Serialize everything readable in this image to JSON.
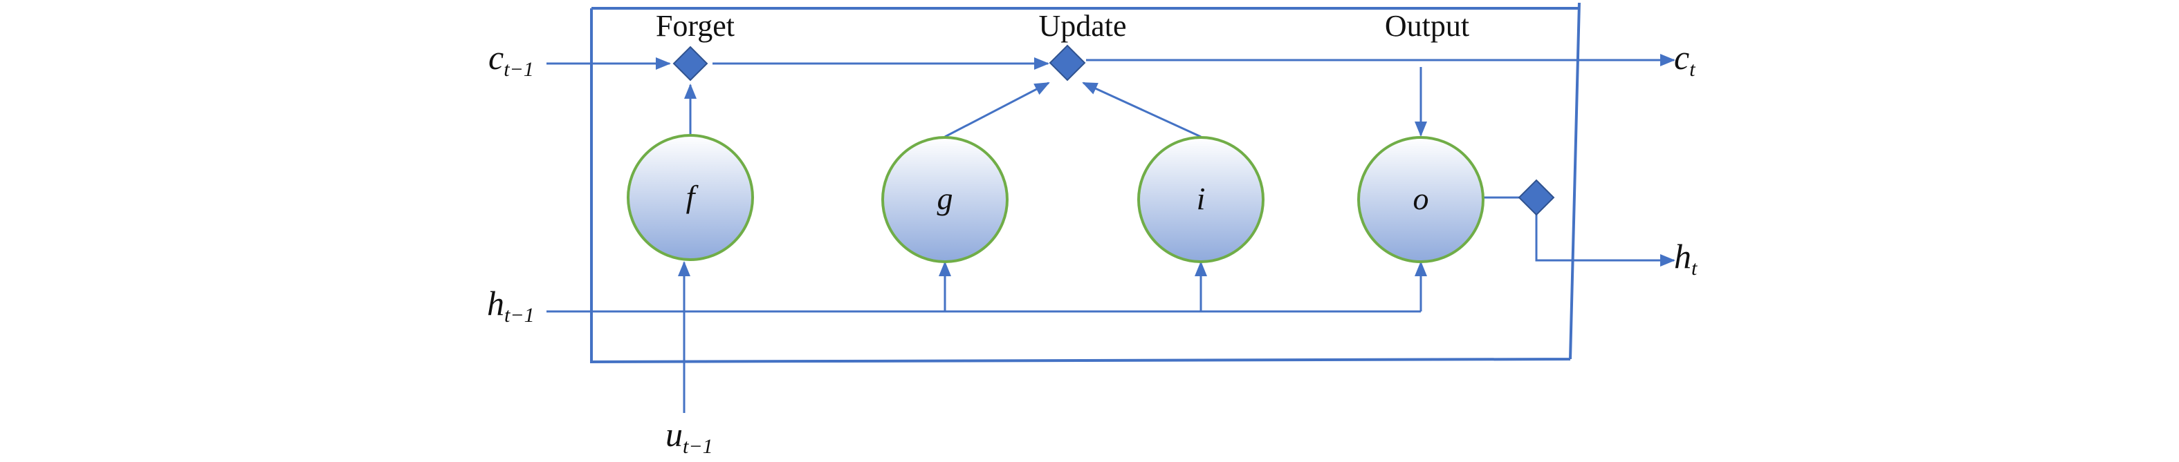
{
  "headers": {
    "forget": "Forget",
    "update": "Update",
    "output": "Output"
  },
  "gates": {
    "f": "f",
    "g": "g",
    "i": "i",
    "o": "o"
  },
  "signals": {
    "c_prev": {
      "base": "c",
      "sub": "t−1"
    },
    "c_next": {
      "base": "c",
      "sub": "t"
    },
    "h_prev": {
      "base": "h",
      "sub": "t−1"
    },
    "h_next": {
      "base": "h",
      "sub": "t"
    },
    "u_prev": {
      "base": "u",
      "sub": "t−1"
    }
  },
  "colors": {
    "line": "#4472C4",
    "diamond_fill": "#4472C4",
    "diamond_stroke": "#2F528F",
    "circle_stroke": "#70AD47",
    "circle_top": "#FFFFFF",
    "circle_bottom": "#8FAADC"
  }
}
